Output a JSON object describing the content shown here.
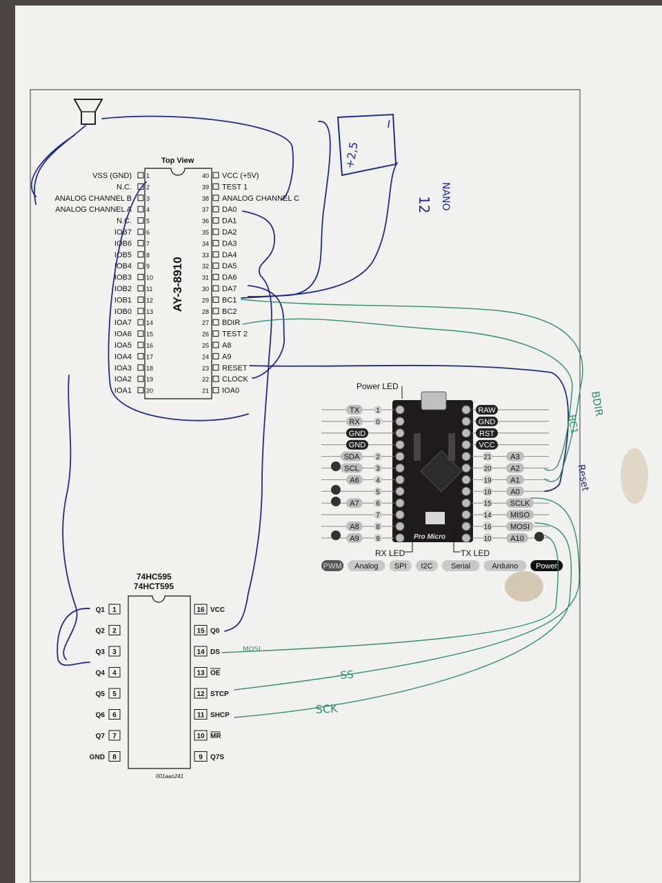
{
  "ay": {
    "top_view": "Top View",
    "chip_name": "AY-3-8910",
    "left_pins": [
      {
        "label": "VSS (GND)",
        "num": "1"
      },
      {
        "label": "N.C.",
        "num": "2"
      },
      {
        "label": "ANALOG CHANNEL B",
        "num": "3"
      },
      {
        "label": "ANALOG CHANNEL A",
        "num": "4"
      },
      {
        "label": "N.C.",
        "num": "5"
      },
      {
        "label": "IOB7",
        "num": "6"
      },
      {
        "label": "IOB6",
        "num": "7"
      },
      {
        "label": "IOB5",
        "num": "8"
      },
      {
        "label": "IOB4",
        "num": "9"
      },
      {
        "label": "IOB3",
        "num": "10"
      },
      {
        "label": "IOB2",
        "num": "11"
      },
      {
        "label": "IOB1",
        "num": "12"
      },
      {
        "label": "IOB0",
        "num": "13"
      },
      {
        "label": "IOA7",
        "num": "14"
      },
      {
        "label": "IOA6",
        "num": "15"
      },
      {
        "label": "IOA5",
        "num": "16"
      },
      {
        "label": "IOA4",
        "num": "17"
      },
      {
        "label": "IOA3",
        "num": "18"
      },
      {
        "label": "IOA2",
        "num": "19"
      },
      {
        "label": "IOA1",
        "num": "20"
      }
    ],
    "right_pins": [
      {
        "label": "VCC (+5V)",
        "num": "40"
      },
      {
        "label": "TEST 1",
        "num": "39"
      },
      {
        "label": "ANALOG CHANNEL C",
        "num": "38"
      },
      {
        "label": "DA0",
        "num": "37"
      },
      {
        "label": "DA1",
        "num": "36"
      },
      {
        "label": "DA2",
        "num": "35"
      },
      {
        "label": "DA3",
        "num": "34"
      },
      {
        "label": "DA4",
        "num": "33"
      },
      {
        "label": "DA5",
        "num": "32"
      },
      {
        "label": "DA6",
        "num": "31"
      },
      {
        "label": "DA7",
        "num": "30"
      },
      {
        "label": "BC1",
        "num": "29"
      },
      {
        "label": "BC2",
        "num": "28"
      },
      {
        "label": "BDIR",
        "num": "27"
      },
      {
        "label": "TEST 2",
        "num": "26"
      },
      {
        "label": "A8",
        "num": "25"
      },
      {
        "label": "A9",
        "num": "24"
      },
      {
        "label": "RESET",
        "num": "23"
      },
      {
        "label": "CLOCK",
        "num": "22"
      },
      {
        "label": "IOA0",
        "num": "21"
      }
    ]
  },
  "sr": {
    "title1": "74HC595",
    "title2": "74HCT595",
    "left_pins": [
      {
        "label": "Q1",
        "num": "1"
      },
      {
        "label": "Q2",
        "num": "2"
      },
      {
        "label": "Q3",
        "num": "3"
      },
      {
        "label": "Q4",
        "num": "4"
      },
      {
        "label": "Q5",
        "num": "5"
      },
      {
        "label": "Q6",
        "num": "6"
      },
      {
        "label": "Q7",
        "num": "7"
      },
      {
        "label": "GND",
        "num": "8"
      }
    ],
    "right_pins": [
      {
        "label": "VCC",
        "num": "16"
      },
      {
        "label": "Q0",
        "num": "15"
      },
      {
        "label": "DS",
        "num": "14"
      },
      {
        "label": "OE",
        "num": "13"
      },
      {
        "label": "STCP",
        "num": "12"
      },
      {
        "label": "SHCP",
        "num": "11"
      },
      {
        "label": "MR",
        "num": "10"
      },
      {
        "label": "Q7S",
        "num": "9"
      }
    ],
    "code": "001aao241"
  },
  "pm": {
    "power_led": "Power LED",
    "rx_led": "RX LED",
    "tx_led": "TX LED",
    "board_text": "Pro Micro",
    "left": [
      {
        "tags": [
          "TX"
        ],
        "num": "1"
      },
      {
        "tags": [
          "RX"
        ],
        "num": "0"
      },
      {
        "tags": [
          "GND"
        ],
        "num": ""
      },
      {
        "tags": [
          "GND"
        ],
        "num": ""
      },
      {
        "tags": [
          "SDA"
        ],
        "num": "2"
      },
      {
        "tags": [
          "SCL"
        ],
        "num": "3"
      },
      {
        "tags": [
          "A6"
        ],
        "num": "4"
      },
      {
        "tags": [],
        "num": "5"
      },
      {
        "tags": [
          "A7"
        ],
        "num": "6"
      },
      {
        "tags": [],
        "num": "7"
      },
      {
        "tags": [
          "A8"
        ],
        "num": "8"
      },
      {
        "tags": [
          "A9"
        ],
        "num": "9"
      }
    ],
    "right": [
      {
        "num": "",
        "tags": [
          "RAW"
        ]
      },
      {
        "num": "",
        "tags": [
          "GND"
        ]
      },
      {
        "num": "",
        "tags": [
          "RST"
        ]
      },
      {
        "num": "",
        "tags": [
          "VCC"
        ]
      },
      {
        "num": "21",
        "tags": [
          "A3"
        ]
      },
      {
        "num": "20",
        "tags": [
          "A2"
        ]
      },
      {
        "num": "19",
        "tags": [
          "A1"
        ]
      },
      {
        "num": "18",
        "tags": [
          "A0"
        ]
      },
      {
        "num": "15",
        "tags": [
          "SCLK"
        ]
      },
      {
        "num": "14",
        "tags": [
          "MISO"
        ]
      },
      {
        "num": "16",
        "tags": [
          "MOSI"
        ]
      },
      {
        "num": "10",
        "tags": [
          "A10"
        ]
      }
    ],
    "legend": [
      "PWM",
      "Analog",
      "SPI",
      "I2C",
      "Serial",
      "Arduino",
      "Power"
    ]
  },
  "handwritten": {
    "bdir": "BDIR",
    "bc1": "BC1",
    "reset": "Reset",
    "ss": "SS",
    "sck": "SCK",
    "mosi": "MOSI",
    "nano": "NANO",
    "nano_num": "12",
    "battery": "+2,5"
  },
  "colors": {
    "paper": "#f1f1ef",
    "print": "#111111",
    "blue_pen": "#1f2a8a",
    "green_pen": "#2f8f6a"
  }
}
